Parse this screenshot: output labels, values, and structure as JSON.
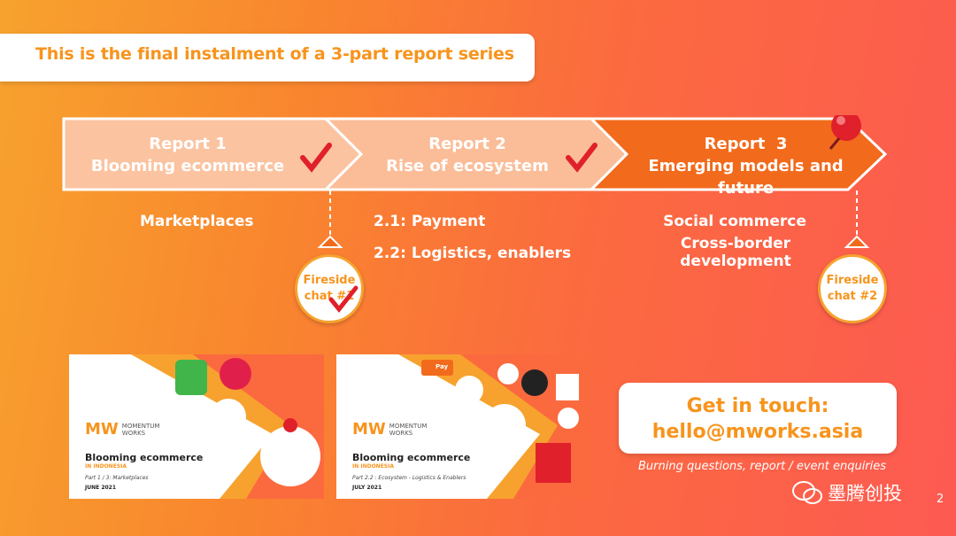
{
  "banner": {
    "title": "This is the final instalment of a 3-part report series"
  },
  "reports": [
    {
      "label": "Report 1",
      "name": "Blooming ecommerce"
    },
    {
      "label": "Report 2",
      "name": "Rise of ecosystem"
    },
    {
      "label": "Report  3",
      "name": "Emerging models and future"
    }
  ],
  "topics": {
    "r1": [
      "Marketplaces"
    ],
    "r2": [
      "2.1: Payment",
      "2.2: Logistics, enablers"
    ],
    "r3": [
      "Social commerce",
      "Cross-border development"
    ]
  },
  "fireside": {
    "chat1": "Fireside chat #1",
    "chat2_l1": "Fireside",
    "chat2_l2": "chat #2",
    "chat1_l1": "Fireside",
    "chat1_l2": "chat #1"
  },
  "cards": [
    {
      "brand": "MOMENTUM",
      "brand2": "WORKS",
      "title": "Blooming ecommerce",
      "region": "IN INDONESIA",
      "part": "Part 1 / 3: Marketplaces",
      "date": "JUNE 2021"
    },
    {
      "brand": "MOMENTUM",
      "brand2": "WORKS",
      "title": "Blooming ecommerce",
      "region": "IN INDONESIA",
      "part": "Part 2.2 : Ecosystem  - Logistics & Enablers",
      "date": "JULY 2021",
      "pay_label": "Pay"
    }
  ],
  "contact": {
    "line1": "Get in touch:",
    "line2": "hello@mworks.asia",
    "note": "Burning questions, report / event enquiries"
  },
  "footer": {
    "brand": "墨腾创投",
    "page": "2"
  },
  "colors": {
    "accent": "#f7941d",
    "chevron_light": "#fbc3a0",
    "chevron_dark": "#f26a1b",
    "pin": "#e0202a"
  }
}
